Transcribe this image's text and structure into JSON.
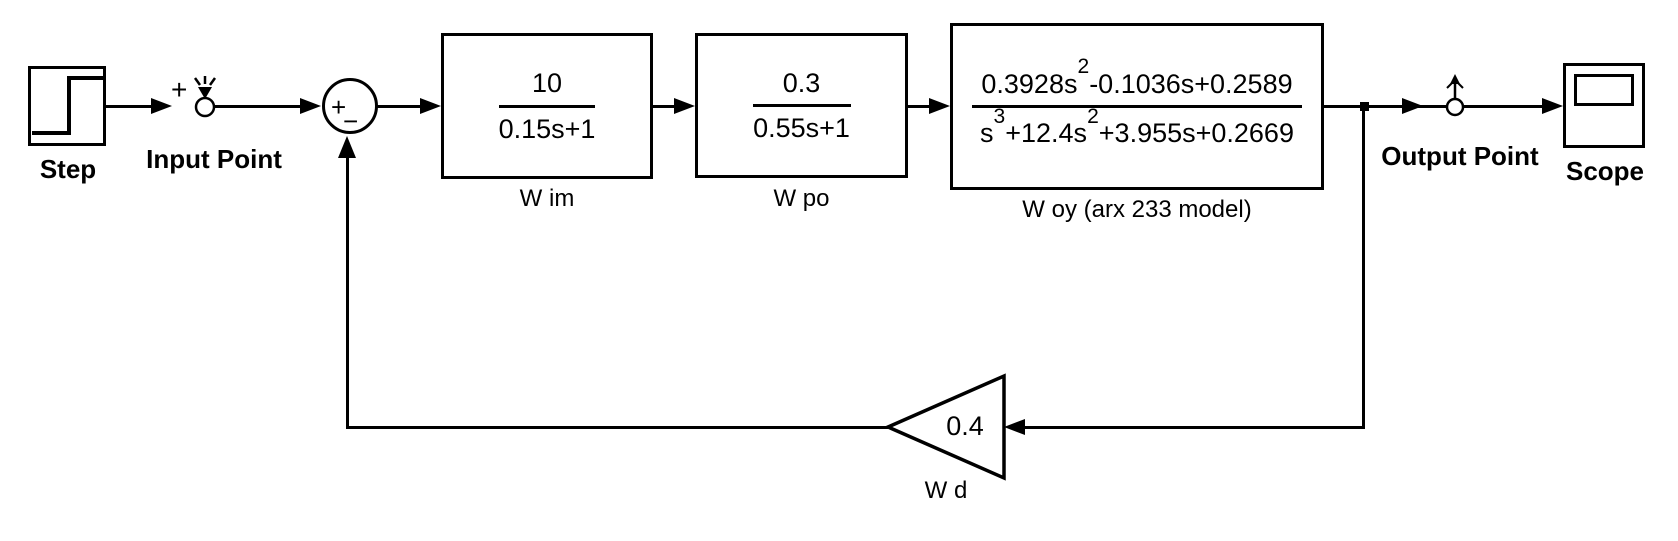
{
  "colors": {
    "ink": "#000000",
    "paper": "#ffffff"
  },
  "blocks": {
    "step": {
      "label": "Step"
    },
    "input_point": {
      "label": "Input Point",
      "sign": "+"
    },
    "sum": {
      "plus": "+",
      "minus": "−"
    },
    "wim": {
      "label": "W im",
      "num": "10",
      "den": "0.15s+1"
    },
    "wpo": {
      "label": "W po",
      "num": "0.3",
      "den": "0.55s+1"
    },
    "woy": {
      "label": "W oy (arx 233 model)",
      "num": [
        "0.3928s",
        "2",
        "-0.1036s+0.2589"
      ],
      "den": [
        "s",
        "3",
        "+12.4s",
        "2",
        "+3.955s+0.2669"
      ]
    },
    "wd": {
      "label": "W d",
      "gain": "0.4"
    },
    "output_point": {
      "label": "Output Point"
    },
    "scope": {
      "label": "Scope"
    }
  }
}
